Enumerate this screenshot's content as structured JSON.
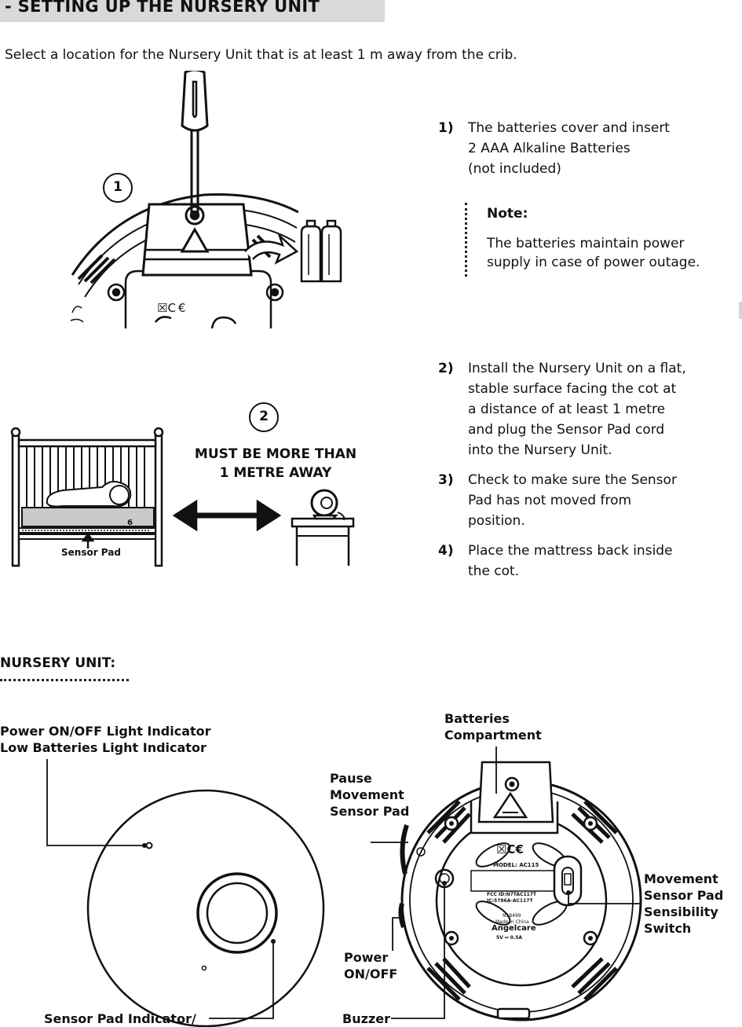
{
  "section_title": "- SETTING UP THE NURSERY UNIT",
  "intro": "Select a location for the Nursery Unit that is at least 1 m away from the crib.",
  "steps": [
    {
      "num": "1)",
      "text": "The batteries cover and insert\n2 AAA Alkaline Batteries\n(not included)"
    },
    {
      "num": "2)",
      "text": "Install the Nursery Unit on a flat,\nstable surface facing the cot at\na distance of at least 1 metre\nand plug the Sensor Pad cord\ninto the Nursery Unit."
    },
    {
      "num": "3)",
      "text": "Check to make sure the Sensor\nPad has not moved from\nposition."
    },
    {
      "num": "4)",
      "text": "Place the mattress back inside\nthe cot."
    }
  ],
  "note": {
    "title": "Note:",
    "text": "The batteries maintain power\nsupply in case of power outage."
  },
  "fig1": {
    "badge": "1",
    "device_mark": "☒C €"
  },
  "fig2": {
    "badge": "2",
    "caption": "MUST BE MORE THAN\n1 METRE AWAY",
    "sensor_label": "Sensor Pad",
    "mattress_number": "6"
  },
  "nursery_unit": {
    "heading": "NURSERY UNIT:",
    "front_labels": {
      "power_indicator": "Power ON/OFF Light Indicator\nLow Batteries Light Indicator",
      "sensor_indicator": "Sensor Pad Indicator/"
    },
    "back_labels": {
      "batteries": "Batteries\nCompartment",
      "pause": "Pause\nMovement\nSensor Pad",
      "power": "Power\nON/OFF",
      "buzzer": "Buzzer",
      "switch": "Movement\nSensor Pad\nSensibility\nSwitch"
    },
    "back_text": {
      "marks": "☒C€",
      "model": "MODEL: AC115",
      "fcc": "FCC ID:N7TAC117T\nIC:5786A-AC117T",
      "n": "N18499",
      "made": "Made in China",
      "brand": "Angelcare",
      "rating": "5V ⎓ 0.5A"
    }
  }
}
